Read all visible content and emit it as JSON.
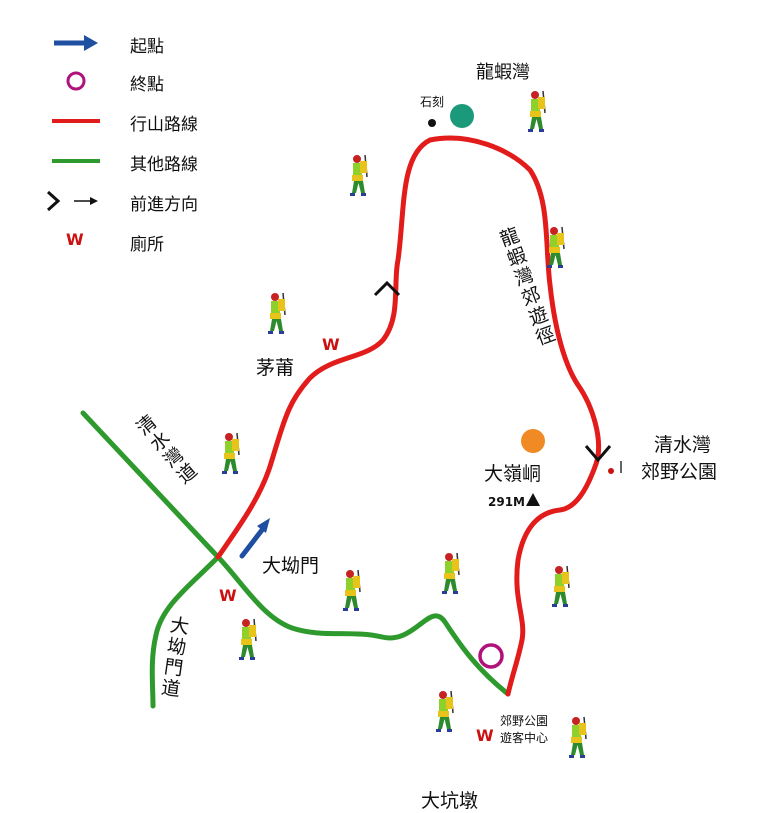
{
  "legend": {
    "start": "起點",
    "end": "終點",
    "hiking_route": "行山路線",
    "other_route": "其他路線",
    "direction": "前進方向",
    "toilet_symbol": "W",
    "toilet": "廁所"
  },
  "places": {
    "lung_ha_wan": "龍蝦灣",
    "stone_carving": "石刻",
    "mau_po": "茅莆",
    "tai_au_mun": "大坳門",
    "tai_leng_tung": "大嶺峒",
    "height": "291M",
    "clear_water_bay_cp_line1": "清水灣",
    "clear_water_bay_cp_line2": "郊野公園",
    "visitor_centre_line1": "郊野公園",
    "visitor_centre_line2": "遊客中心",
    "tai_hang_tun": "大坑墩"
  },
  "trails": {
    "lung_ha_wan_trail": "龍蝦灣郊遊徑",
    "clear_water_bay_road": "清水灣道",
    "tai_au_mun_road": "大坳門道"
  },
  "toilet_symbol": "W",
  "colors": {
    "hiking_route": "#e21b1b",
    "other_route": "#2e9a2e",
    "start_arrow": "#1f4fa0",
    "end_circle": "#b0117a",
    "viewpoint_teal": "#1a9a7a",
    "viewpoint_orange": "#f08a24",
    "toilet": "#cc1111"
  },
  "icons": {
    "start": "blue-arrow-icon",
    "end": "magenta-circle-icon",
    "direction": "chevron-arrow-icon",
    "hiker": "hiker-icon",
    "summit": "triangle-peak-icon"
  }
}
